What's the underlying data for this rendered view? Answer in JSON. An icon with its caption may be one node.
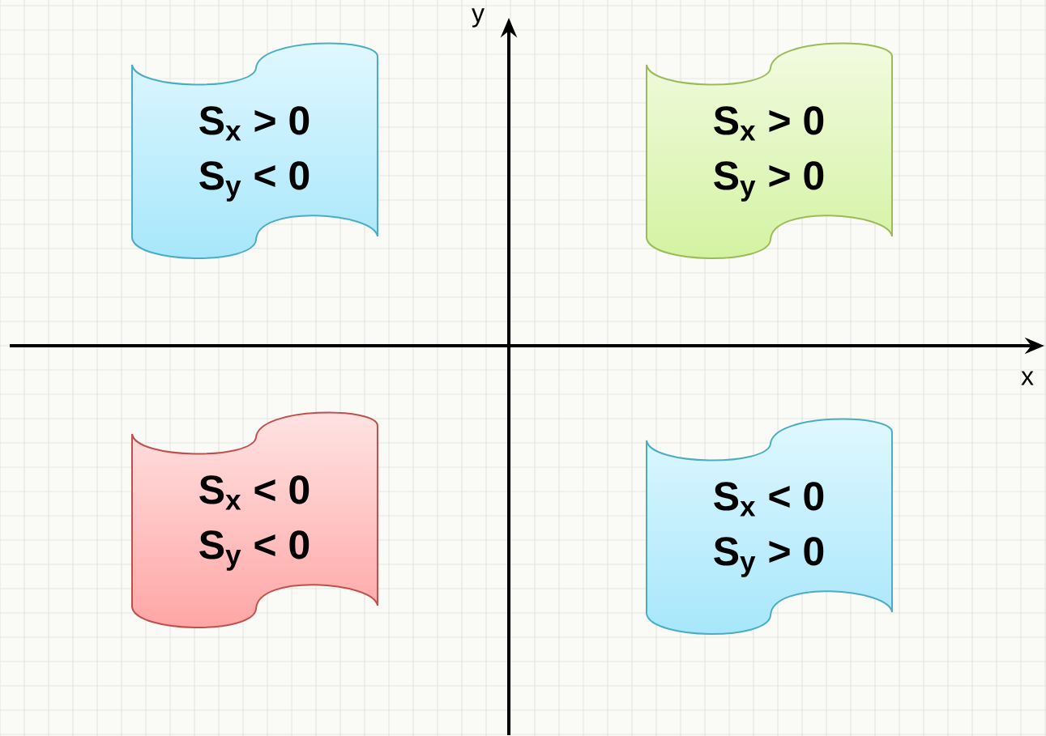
{
  "diagram": {
    "nodes": [
      {
        "text": [
          "S$_{x}$ > 0",
          "S$_{y}$ < 0"
        ]
      },
      {
        "text": [
          "S$_{x}$ > 0",
          "S$_{y}$ > 0"
        ]
      },
      {
        "text": [
          "S$_{x}$ < 0",
          "S$_{y}$ < 0"
        ]
      },
      {
        "text": [
          "S$_{x}$ < 0",
          "S$_{y}$ > 0"
        ]
      }
    ],
    "labels": [
      "y",
      "x"
    ]
  }
}
